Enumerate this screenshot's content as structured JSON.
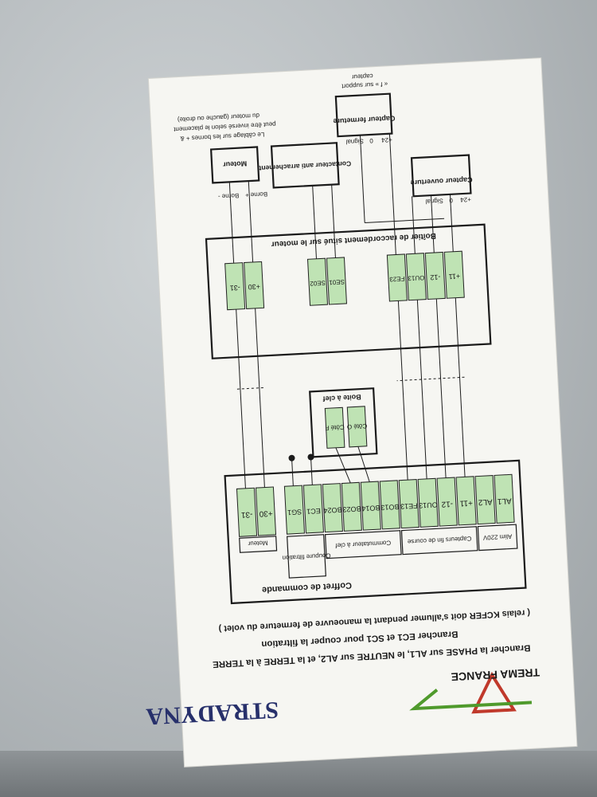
{
  "instructions": {
    "line1": "Brancher la PHASE sur AL1, le NEUTRE sur AL2, et la TERRE à la TERRE",
    "line2": "Brancher EC1 et SC1 pour couper la filtration",
    "line3": "( relais KCFER doit s'allumer pendant la manoeuvre de fermeture du volet )"
  },
  "logos": {
    "trema": "TREMA FRANCE",
    "stradyna": "STRADYNA"
  },
  "coffret": {
    "title": "Coffret de commande",
    "terminals": [
      "AL1",
      "AL2",
      "+11",
      "-12",
      "OU13",
      "FE13",
      "BO13",
      "BO14",
      "BO23",
      "BO24",
      "EC1",
      "SG1",
      "+30",
      "-31"
    ],
    "groups": {
      "alim": "Alim 220V",
      "capteurs": "Capteurs fin de course",
      "commutateur": "Commutateur à clef",
      "filtration": "Coupure filtration",
      "moteur": "Moteur"
    }
  },
  "boite_clef": {
    "title": "Boite à clef",
    "terminals": [
      "Côté O",
      "Côté F"
    ]
  },
  "boitier": {
    "title": "Boîtier de raccordement situé sur le moteur",
    "terminals": [
      "+11",
      "-12",
      "OU13",
      "FE23",
      "SE01",
      "SE02",
      "+30",
      "-31"
    ]
  },
  "capteur_ouverture": {
    "label": "Capteur ouverture",
    "pins": [
      "+24",
      "0",
      "Signal"
    ]
  },
  "capteur_fermeture": {
    "label": "Capteur fermeture",
    "pins": [
      "+24",
      "0",
      "Signal"
    ],
    "note1": "« f » sur support",
    "note2": "capteur"
  },
  "contacteur": {
    "label": "Contacteur anti arrachement"
  },
  "moteur": {
    "label": "Moteur",
    "borne_plus": "Borne +",
    "borne_minus": "Borne -"
  },
  "cabling_note": {
    "line1": "Le câblage sur les bornes + &",
    "line2": "peut être inversé selon le placement",
    "line3": "du moteur (gauche ou droite)"
  },
  "colors": {
    "terminal": "#bfe3b4",
    "trema_green": "#4f9a2c",
    "trema_red": "#c0392b",
    "stradyna_blue": "#27306b"
  }
}
